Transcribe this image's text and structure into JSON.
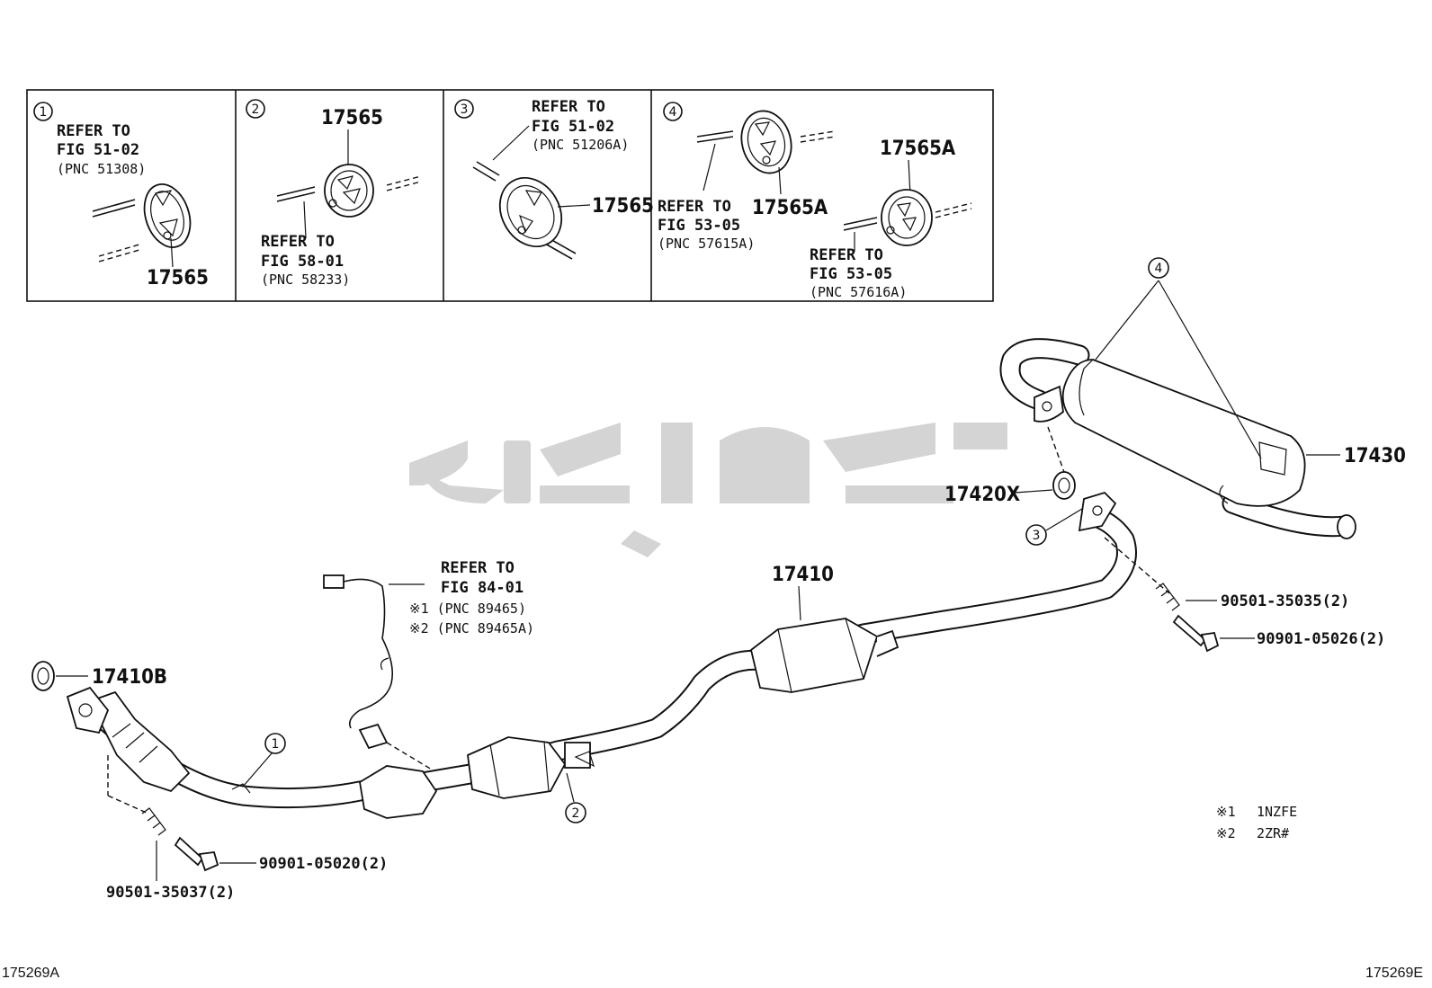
{
  "legend_boxes": [
    {
      "number": "1",
      "refer_lines": [
        "REFER TO",
        "FIG 51-02",
        "(PNC 51308)"
      ],
      "part_label": "17565"
    },
    {
      "number": "2",
      "refer_lines": [
        "REFER TO",
        "FIG 58-01",
        "(PNC 58233)"
      ],
      "part_label": "17565"
    },
    {
      "number": "3",
      "refer_lines": [
        "REFER TO",
        "FIG 51-02",
        "(PNC 51206A)"
      ],
      "part_label": "17565"
    },
    {
      "number": "4",
      "refer_lines_left": [
        "REFER TO",
        "FIG 53-05",
        "(PNC 57615A)"
      ],
      "part_label_left": "17565A",
      "part_label_right": "17565A",
      "refer_lines_right": [
        "REFER TO",
        "FIG 53-05",
        "(PNC 57616A)"
      ]
    }
  ],
  "sensor_ref": {
    "lines": [
      "REFER TO",
      "FIG 84-01"
    ],
    "pnc_1": "※1 (PNC 89465)",
    "pnc_2": "※2 (PNC 89465A)"
  },
  "part_labels": {
    "muffler": "17430",
    "gasket_rear": "17420X",
    "center_pipe": "17410",
    "gasket_front": "17410B",
    "spring_rear": "90501-35035(2)",
    "bolt_rear": "90901-05026(2)",
    "bolt_front": "90901-05020(2)",
    "spring_front": "90501-35037(2)"
  },
  "callouts": {
    "c1": "1",
    "c2": "2",
    "c3": "3",
    "c4": "4"
  },
  "notes": [
    {
      "mark": "※1",
      "text": "1NZFE"
    },
    {
      "mark": "※2",
      "text": "2ZR#"
    }
  ],
  "watermark": "ت و پ ا ر ت",
  "footer": {
    "left": "175269A",
    "right": "175269E"
  }
}
